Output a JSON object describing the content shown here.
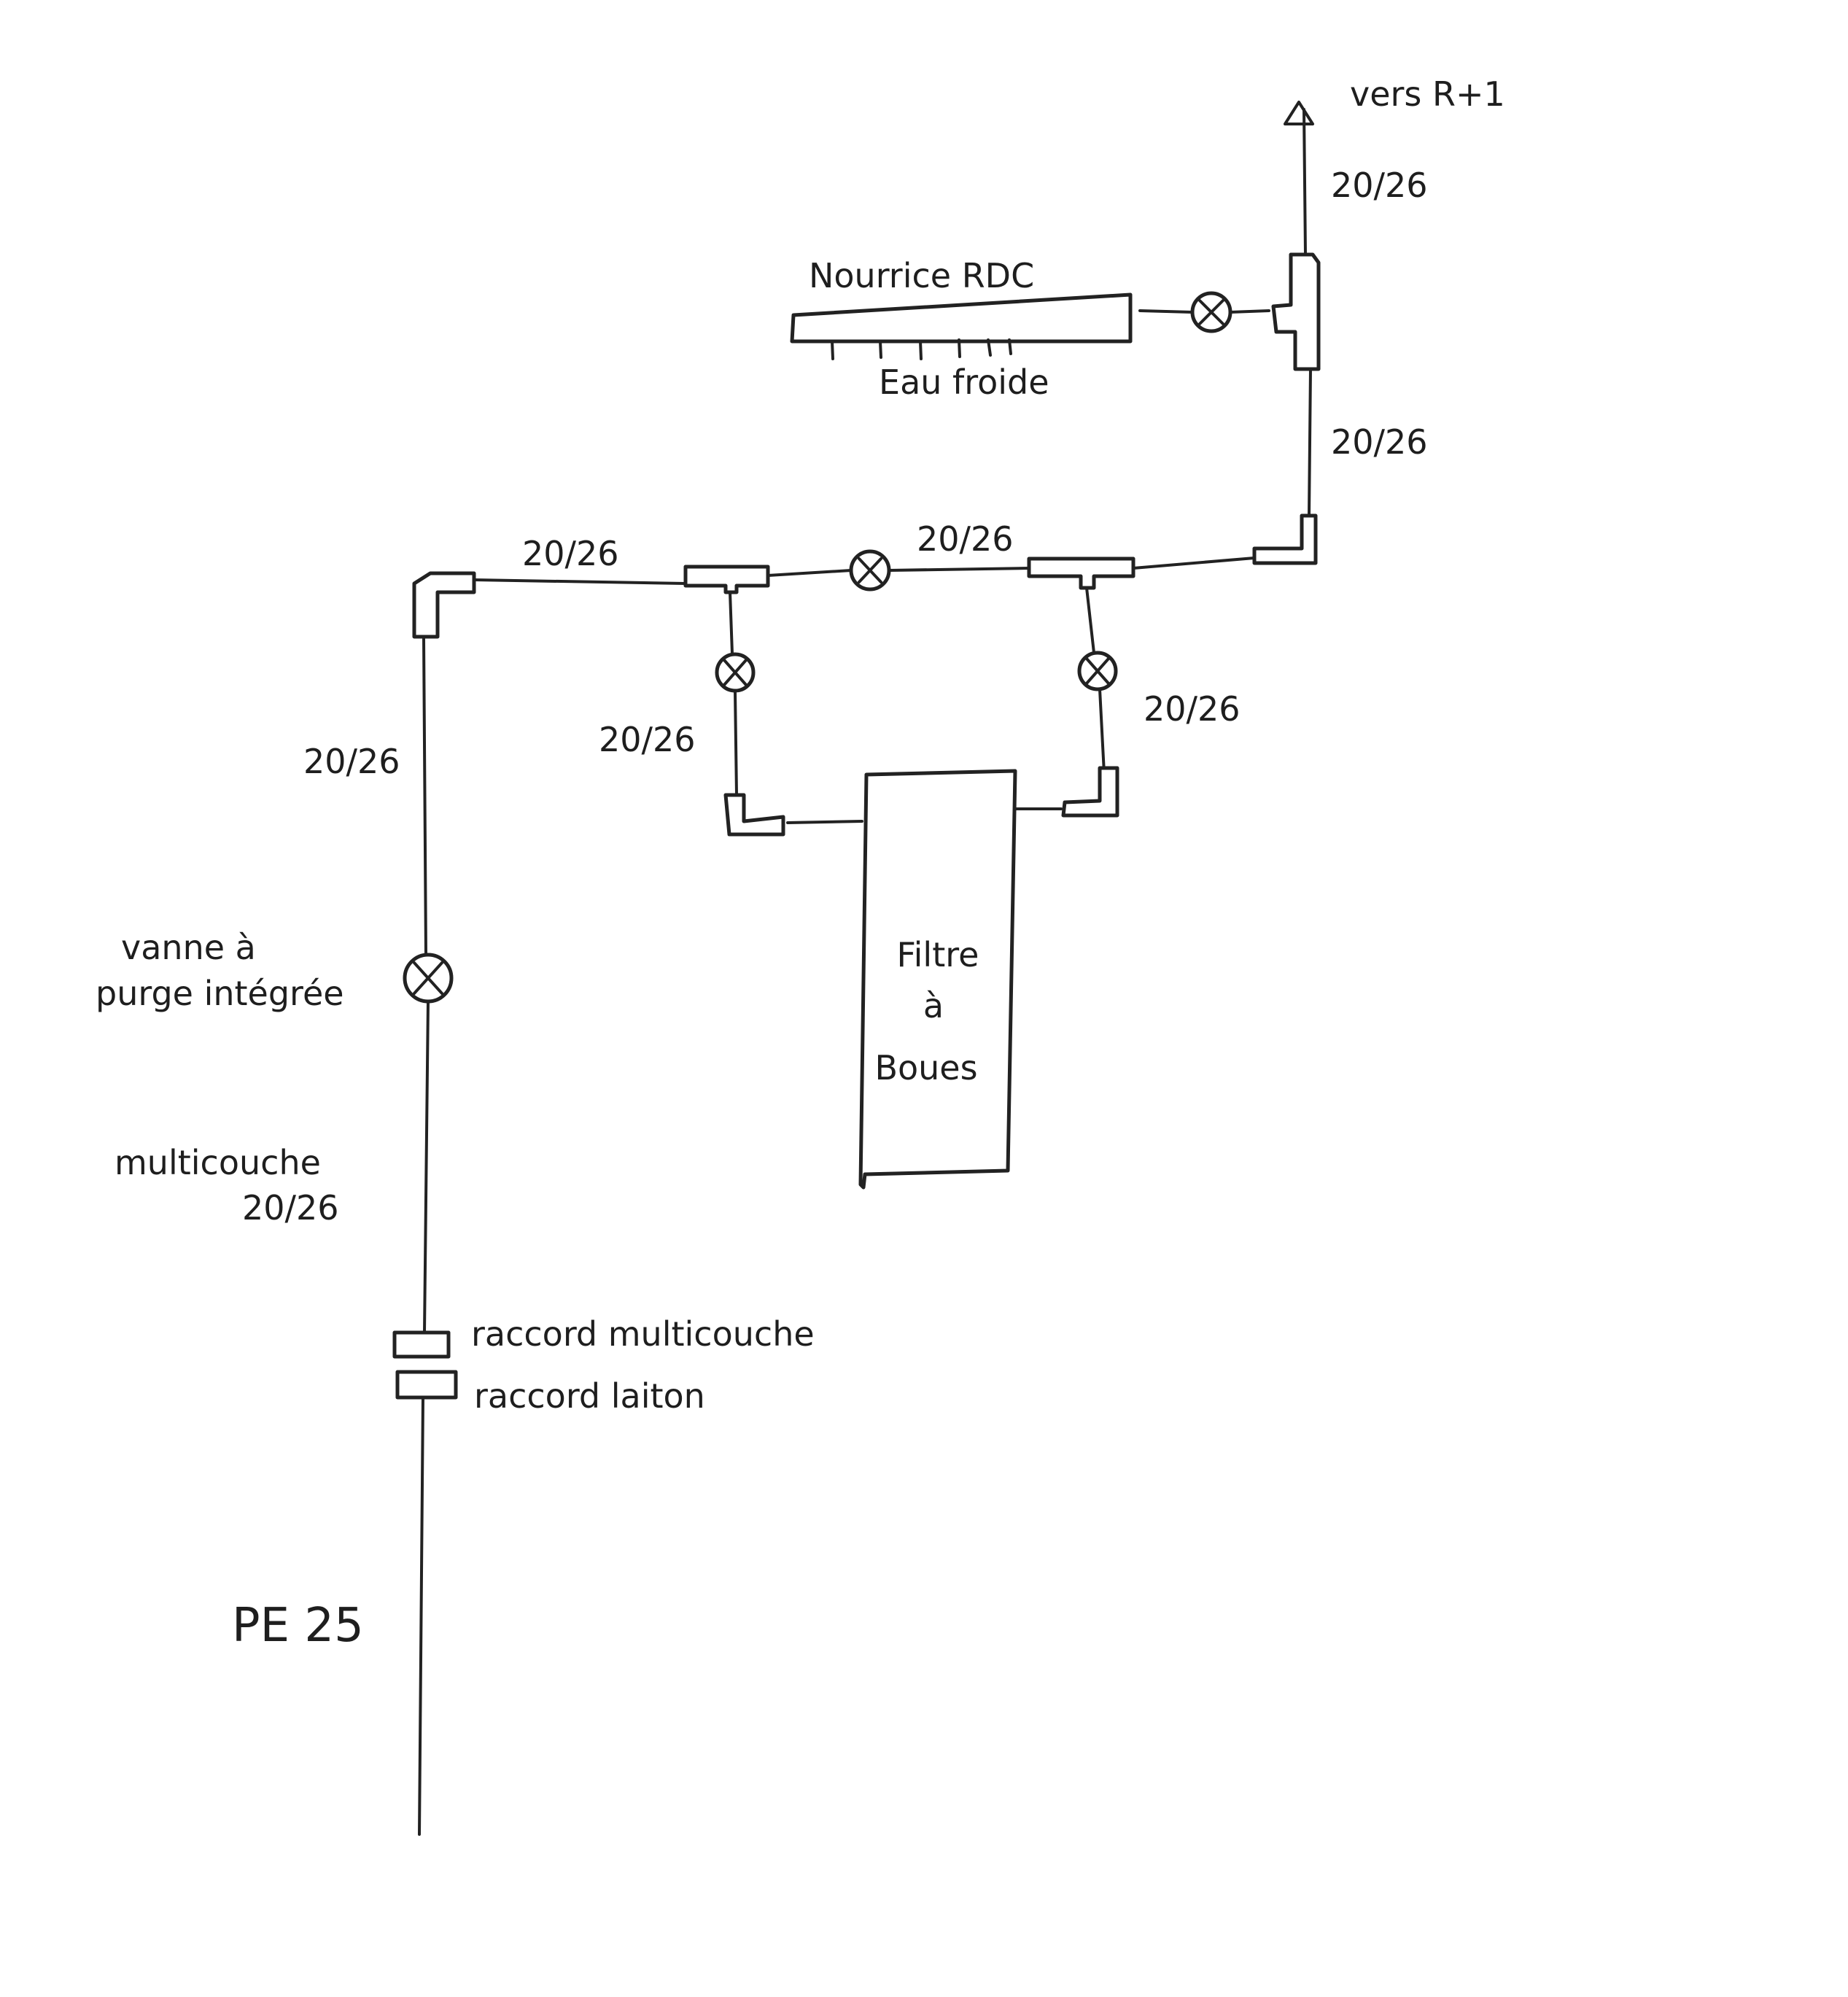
{
  "diagram": {
    "top_label": "vers R+1",
    "manifold": {
      "name": "Nourrice RDC",
      "sub": "Eau froide"
    },
    "pipe_labels": [
      "20/26",
      "20/26",
      "20/26",
      "20/26",
      "20/26",
      "20/26",
      "20/26"
    ],
    "filter": {
      "line1": "Filtre",
      "line2": "à",
      "line3": "Boues"
    },
    "purge_valve": {
      "line1": "vanne à",
      "line2": "purge intégrée"
    },
    "pipe_material": {
      "line1": "multicouche",
      "line2": "20/26"
    },
    "fittings": {
      "multilayer": "raccord multicouche",
      "brass": "raccord laiton"
    },
    "supply": "PE 25"
  }
}
